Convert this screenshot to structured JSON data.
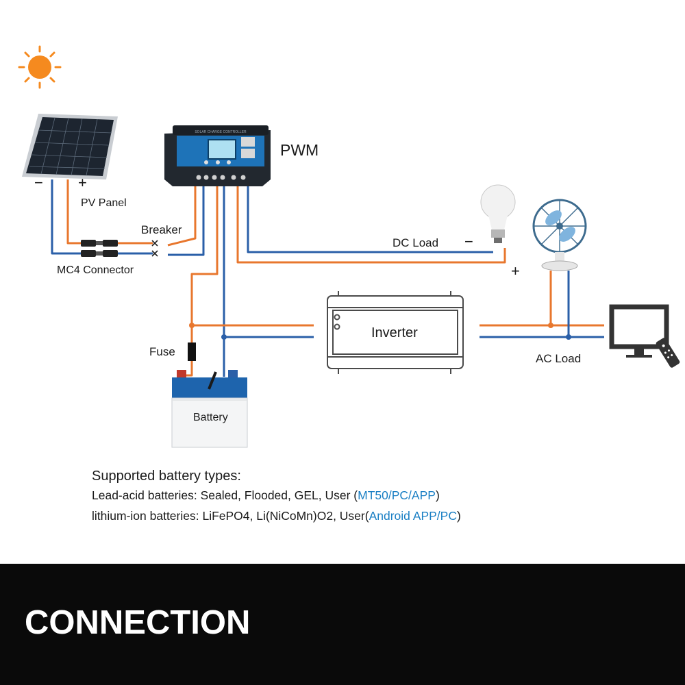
{
  "diagram": {
    "controller_label": "PWM",
    "controller_face_text": "SOLAR CHARGE CONTROLLER",
    "pv_panel_label": "PV Panel",
    "pv_minus": "−",
    "pv_plus": "+",
    "breaker_label": "Breaker",
    "mc4_label": "MC4 Connector",
    "dc_load_label": "DC Load",
    "dc_minus": "−",
    "dc_plus": "+",
    "inverter_label": "Inverter",
    "ac_load_label": "AC Load",
    "fuse_label": "Fuse",
    "battery_label": "Battery",
    "wire_colors": {
      "positive": "#e8772e",
      "negative": "#2a5fa8"
    }
  },
  "info": {
    "heading": "Supported battery types:",
    "lead_acid_prefix": "Lead-acid batteries: Sealed, Flooded, GEL, User (",
    "lead_acid_highlight": "MT50/PC/APP",
    "lead_acid_suffix": ")",
    "lithium_prefix": "lithium-ion batteries: LiFePO4, Li(NiCoMn)O2, User(",
    "lithium_highlight": "Android APP/PC",
    "lithium_suffix": ")",
    "highlight_color": "#1a7fc4"
  },
  "footer": {
    "title": "CONNECTION"
  }
}
